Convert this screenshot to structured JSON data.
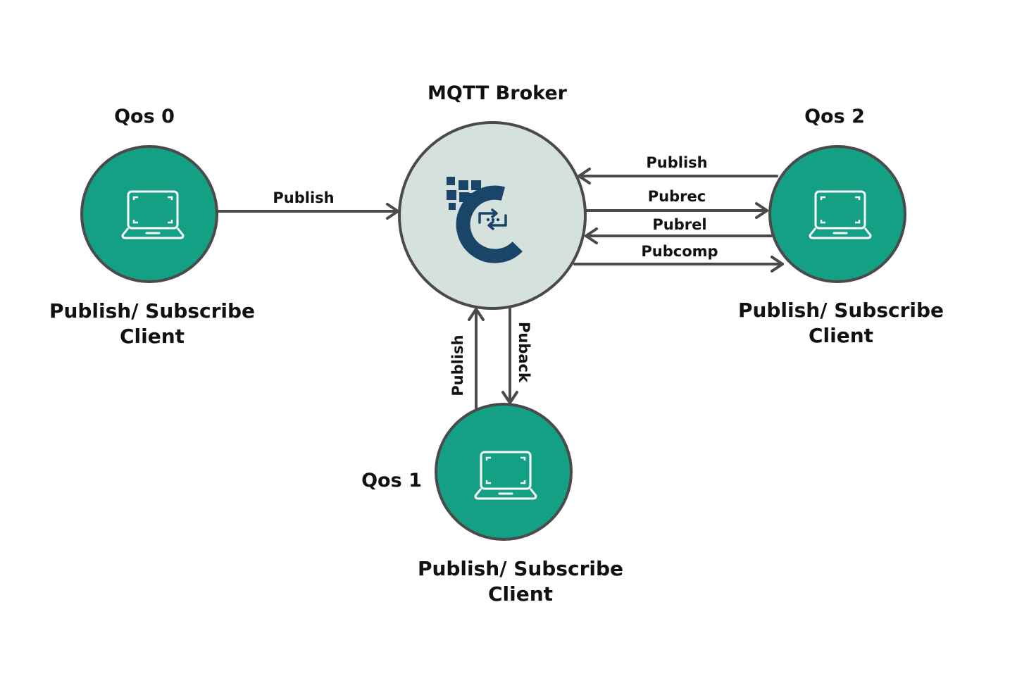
{
  "broker": {
    "title": "MQTT Broker"
  },
  "clients": {
    "qos0": {
      "qos_label": "Qos 0",
      "name_line1": "Publish/ Subscribe",
      "name_line2": "Client"
    },
    "qos1": {
      "qos_label": "Qos 1",
      "name_line1": "Publish/ Subscribe",
      "name_line2": "Client"
    },
    "qos2": {
      "qos_label": "Qos 2",
      "name_line1": "Publish/ Subscribe",
      "name_line2": "Client"
    }
  },
  "messages": {
    "qos0_publish": "Publish",
    "qos1_publish": "Publish",
    "qos1_puback": "Puback",
    "qos2_publish": "Publish",
    "qos2_pubrec": "Pubrec",
    "qos2_pubrel": "Pubrel",
    "qos2_pubcomp": "Pubcomp"
  },
  "colors": {
    "client_fill": "#14a085",
    "broker_fill": "#d5e1dd",
    "outline": "#4a4a4a",
    "logo_navy": "#1a4468",
    "arrow": "#4a4a4a"
  },
  "icons": {
    "client": "laptop-icon",
    "broker": "broker-logo-icon"
  }
}
